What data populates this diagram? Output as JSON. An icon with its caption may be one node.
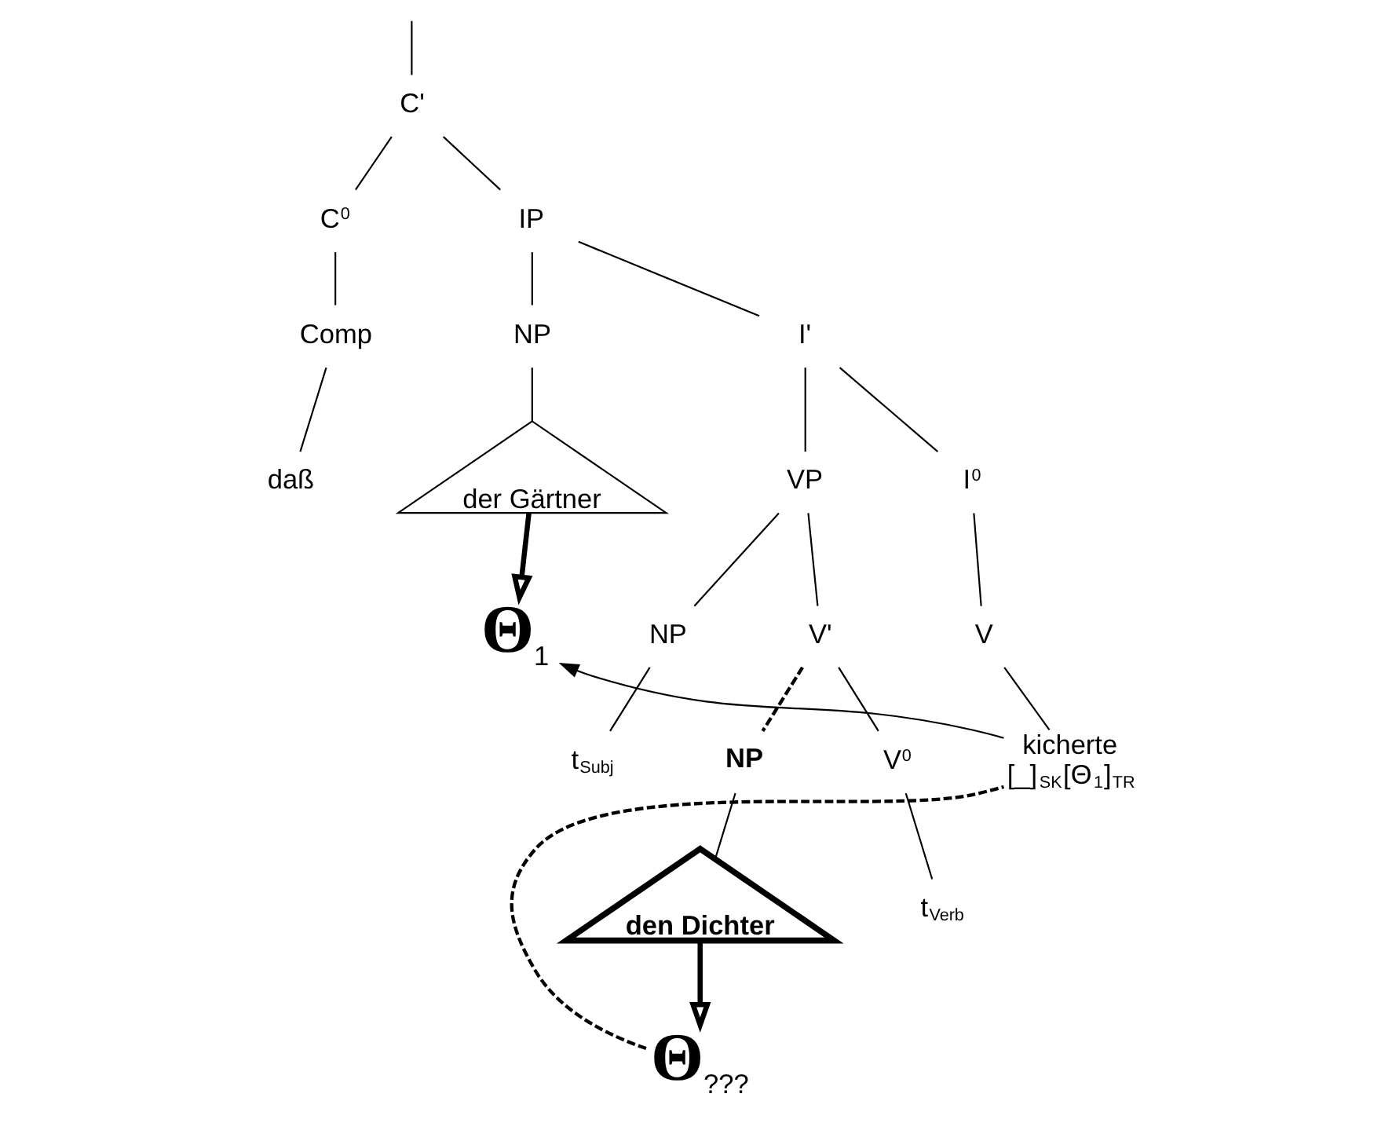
{
  "diagram": {
    "nodes": [
      {
        "text": [
          "C'"
        ]
      },
      {
        "text": [
          "C$^{0}$"
        ]
      },
      {
        "text": [
          "IP"
        ]
      },
      {
        "text": [
          "Comp"
        ]
      },
      {
        "text": [
          "NP"
        ]
      },
      {
        "text": [
          "I'"
        ]
      },
      {
        "text": [
          "daß"
        ]
      },
      {
        "text": [
          "der Gärtner"
        ]
      },
      {
        "text": [
          "VP"
        ]
      },
      {
        "text": [
          "I$^{0}$"
        ]
      },
      {
        "text": [
          "NP"
        ]
      },
      {
        "text": [
          "V'"
        ]
      },
      {
        "text": [
          "V"
        ]
      },
      {
        "text": [
          "t$_{Subj}$"
        ]
      },
      {
        "text": [
          "NP"
        ]
      },
      {
        "text": [
          "V$^{0}$"
        ]
      },
      {
        "text": [
          "kicherte",
          "[_]$_{SK}$[Θ$_{1}$]$_{TR}$"
        ]
      },
      {
        "text": [
          "den Dichter"
        ]
      },
      {
        "text": [
          "t$_{Verb}$"
        ]
      },
      {
        "text": [
          "Θ$_{1}$"
        ]
      },
      {
        "text": [
          "Θ$_{???}$"
        ]
      }
    ],
    "edges": [
      {
        "from": null,
        "to": 0,
        "arrow": "none"
      },
      {
        "from": 0,
        "to": 1,
        "arrow": "none"
      },
      {
        "from": 0,
        "to": 2,
        "arrow": "none"
      },
      {
        "from": 1,
        "to": 3,
        "arrow": "none"
      },
      {
        "from": 2,
        "to": 4,
        "arrow": "none"
      },
      {
        "from": 2,
        "to": 5,
        "arrow": "none"
      },
      {
        "from": 3,
        "to": 6,
        "arrow": "none"
      },
      {
        "from": 4,
        "to": 7,
        "arrow": "none"
      },
      {
        "from": 5,
        "to": 8,
        "arrow": "none"
      },
      {
        "from": 5,
        "to": 9,
        "arrow": "none"
      },
      {
        "from": 8,
        "to": 10,
        "arrow": "none"
      },
      {
        "from": 8,
        "to": 11,
        "arrow": "none"
      },
      {
        "from": 9,
        "to": 12,
        "arrow": "none"
      },
      {
        "from": 10,
        "to": 13,
        "arrow": "none"
      },
      {
        "from": 11,
        "to": 14,
        "arrow": "none",
        "style": "dashed"
      },
      {
        "from": 11,
        "to": 15,
        "arrow": "none"
      },
      {
        "from": 12,
        "to": 16,
        "arrow": "none"
      },
      {
        "from": 14,
        "to": 17,
        "arrow": "none"
      },
      {
        "from": 15,
        "to": 18,
        "arrow": "none"
      },
      {
        "from": 7,
        "to": 19,
        "arrow": "to",
        "style": "thick"
      },
      {
        "from": 17,
        "to": 20,
        "arrow": "to",
        "style": "thick"
      },
      {
        "from": 16,
        "to": 19,
        "arrow": "to"
      },
      {
        "from": 20,
        "to": 16,
        "arrow": "none",
        "style": "dashed"
      }
    ]
  }
}
